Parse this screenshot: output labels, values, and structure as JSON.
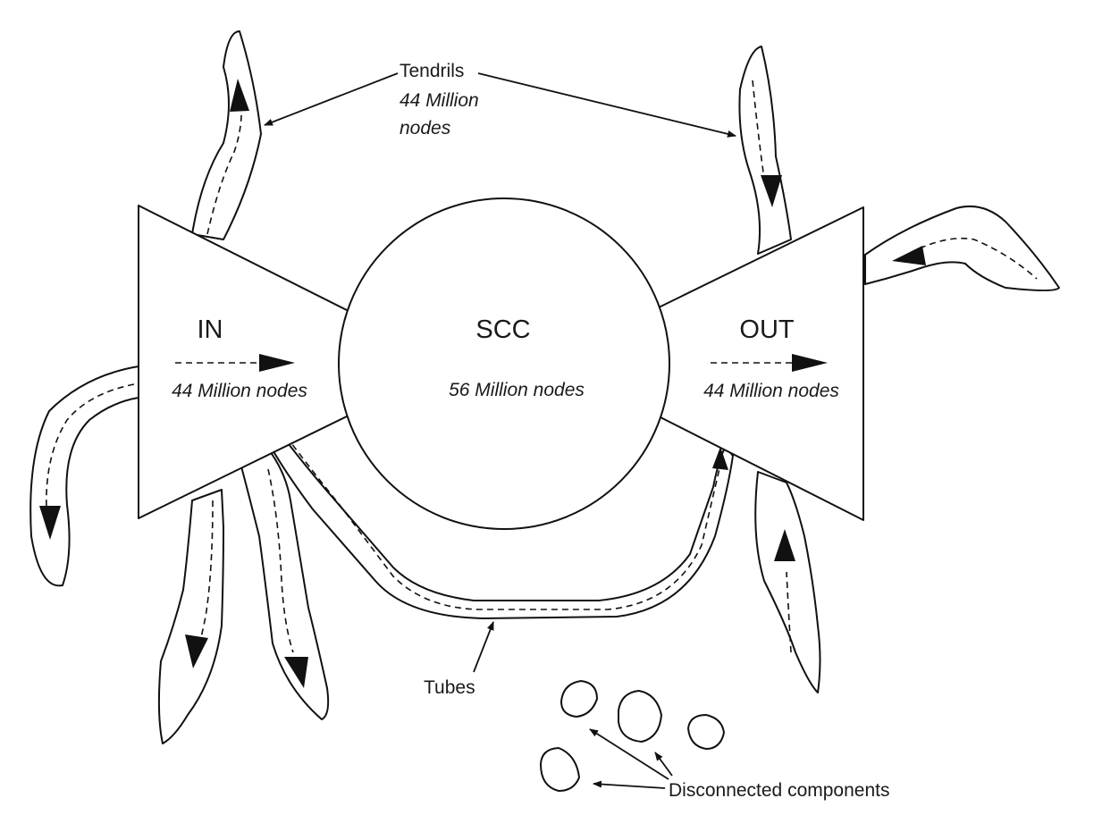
{
  "diagram": {
    "in_component": {
      "label": "IN",
      "size": "44 Million nodes"
    },
    "scc_component": {
      "label": "SCC",
      "size": "56 Million nodes"
    },
    "out_component": {
      "label": "OUT",
      "size": "44 Million nodes"
    },
    "tendrils": {
      "label": "Tendrils",
      "size_line1": "44 Million",
      "size_line2": "nodes"
    },
    "tubes": {
      "label": "Tubes"
    },
    "disconnected": {
      "label": "Disconnected components"
    }
  }
}
